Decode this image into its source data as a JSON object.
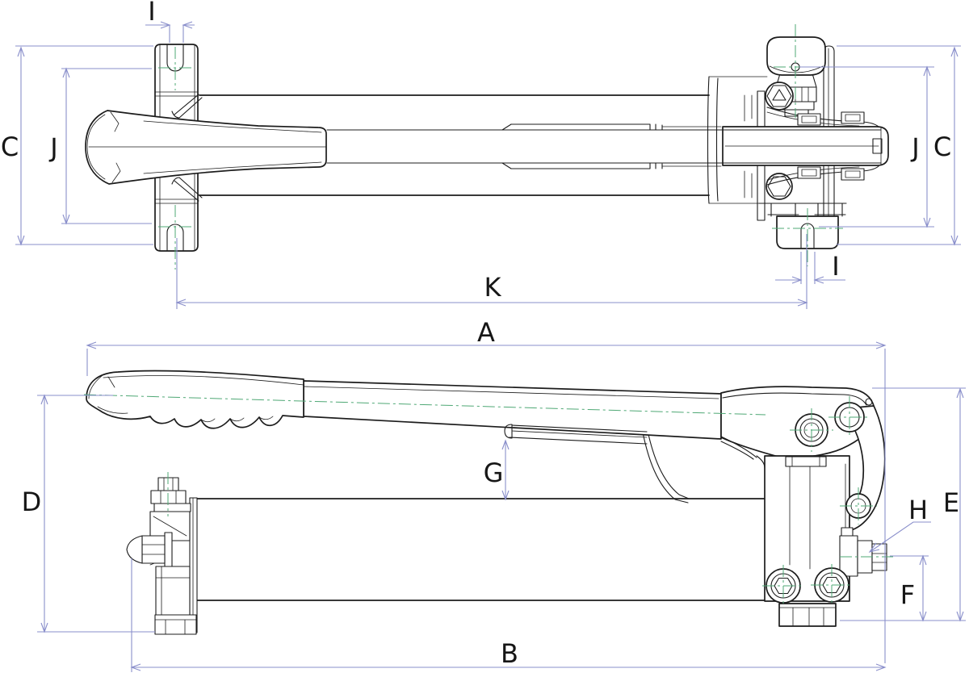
{
  "drawing": {
    "dimension_labels": {
      "A": "A",
      "B": "B",
      "C": "C",
      "D": "D",
      "E": "E",
      "F": "F",
      "G": "G",
      "H": "H",
      "I": "I",
      "J": "J",
      "K": "K"
    }
  },
  "style": {
    "background": "#ffffff",
    "outline_color": "#1c1c1c",
    "dimension_color": "#8a8fcb",
    "centerline_color": "#4fa875"
  }
}
